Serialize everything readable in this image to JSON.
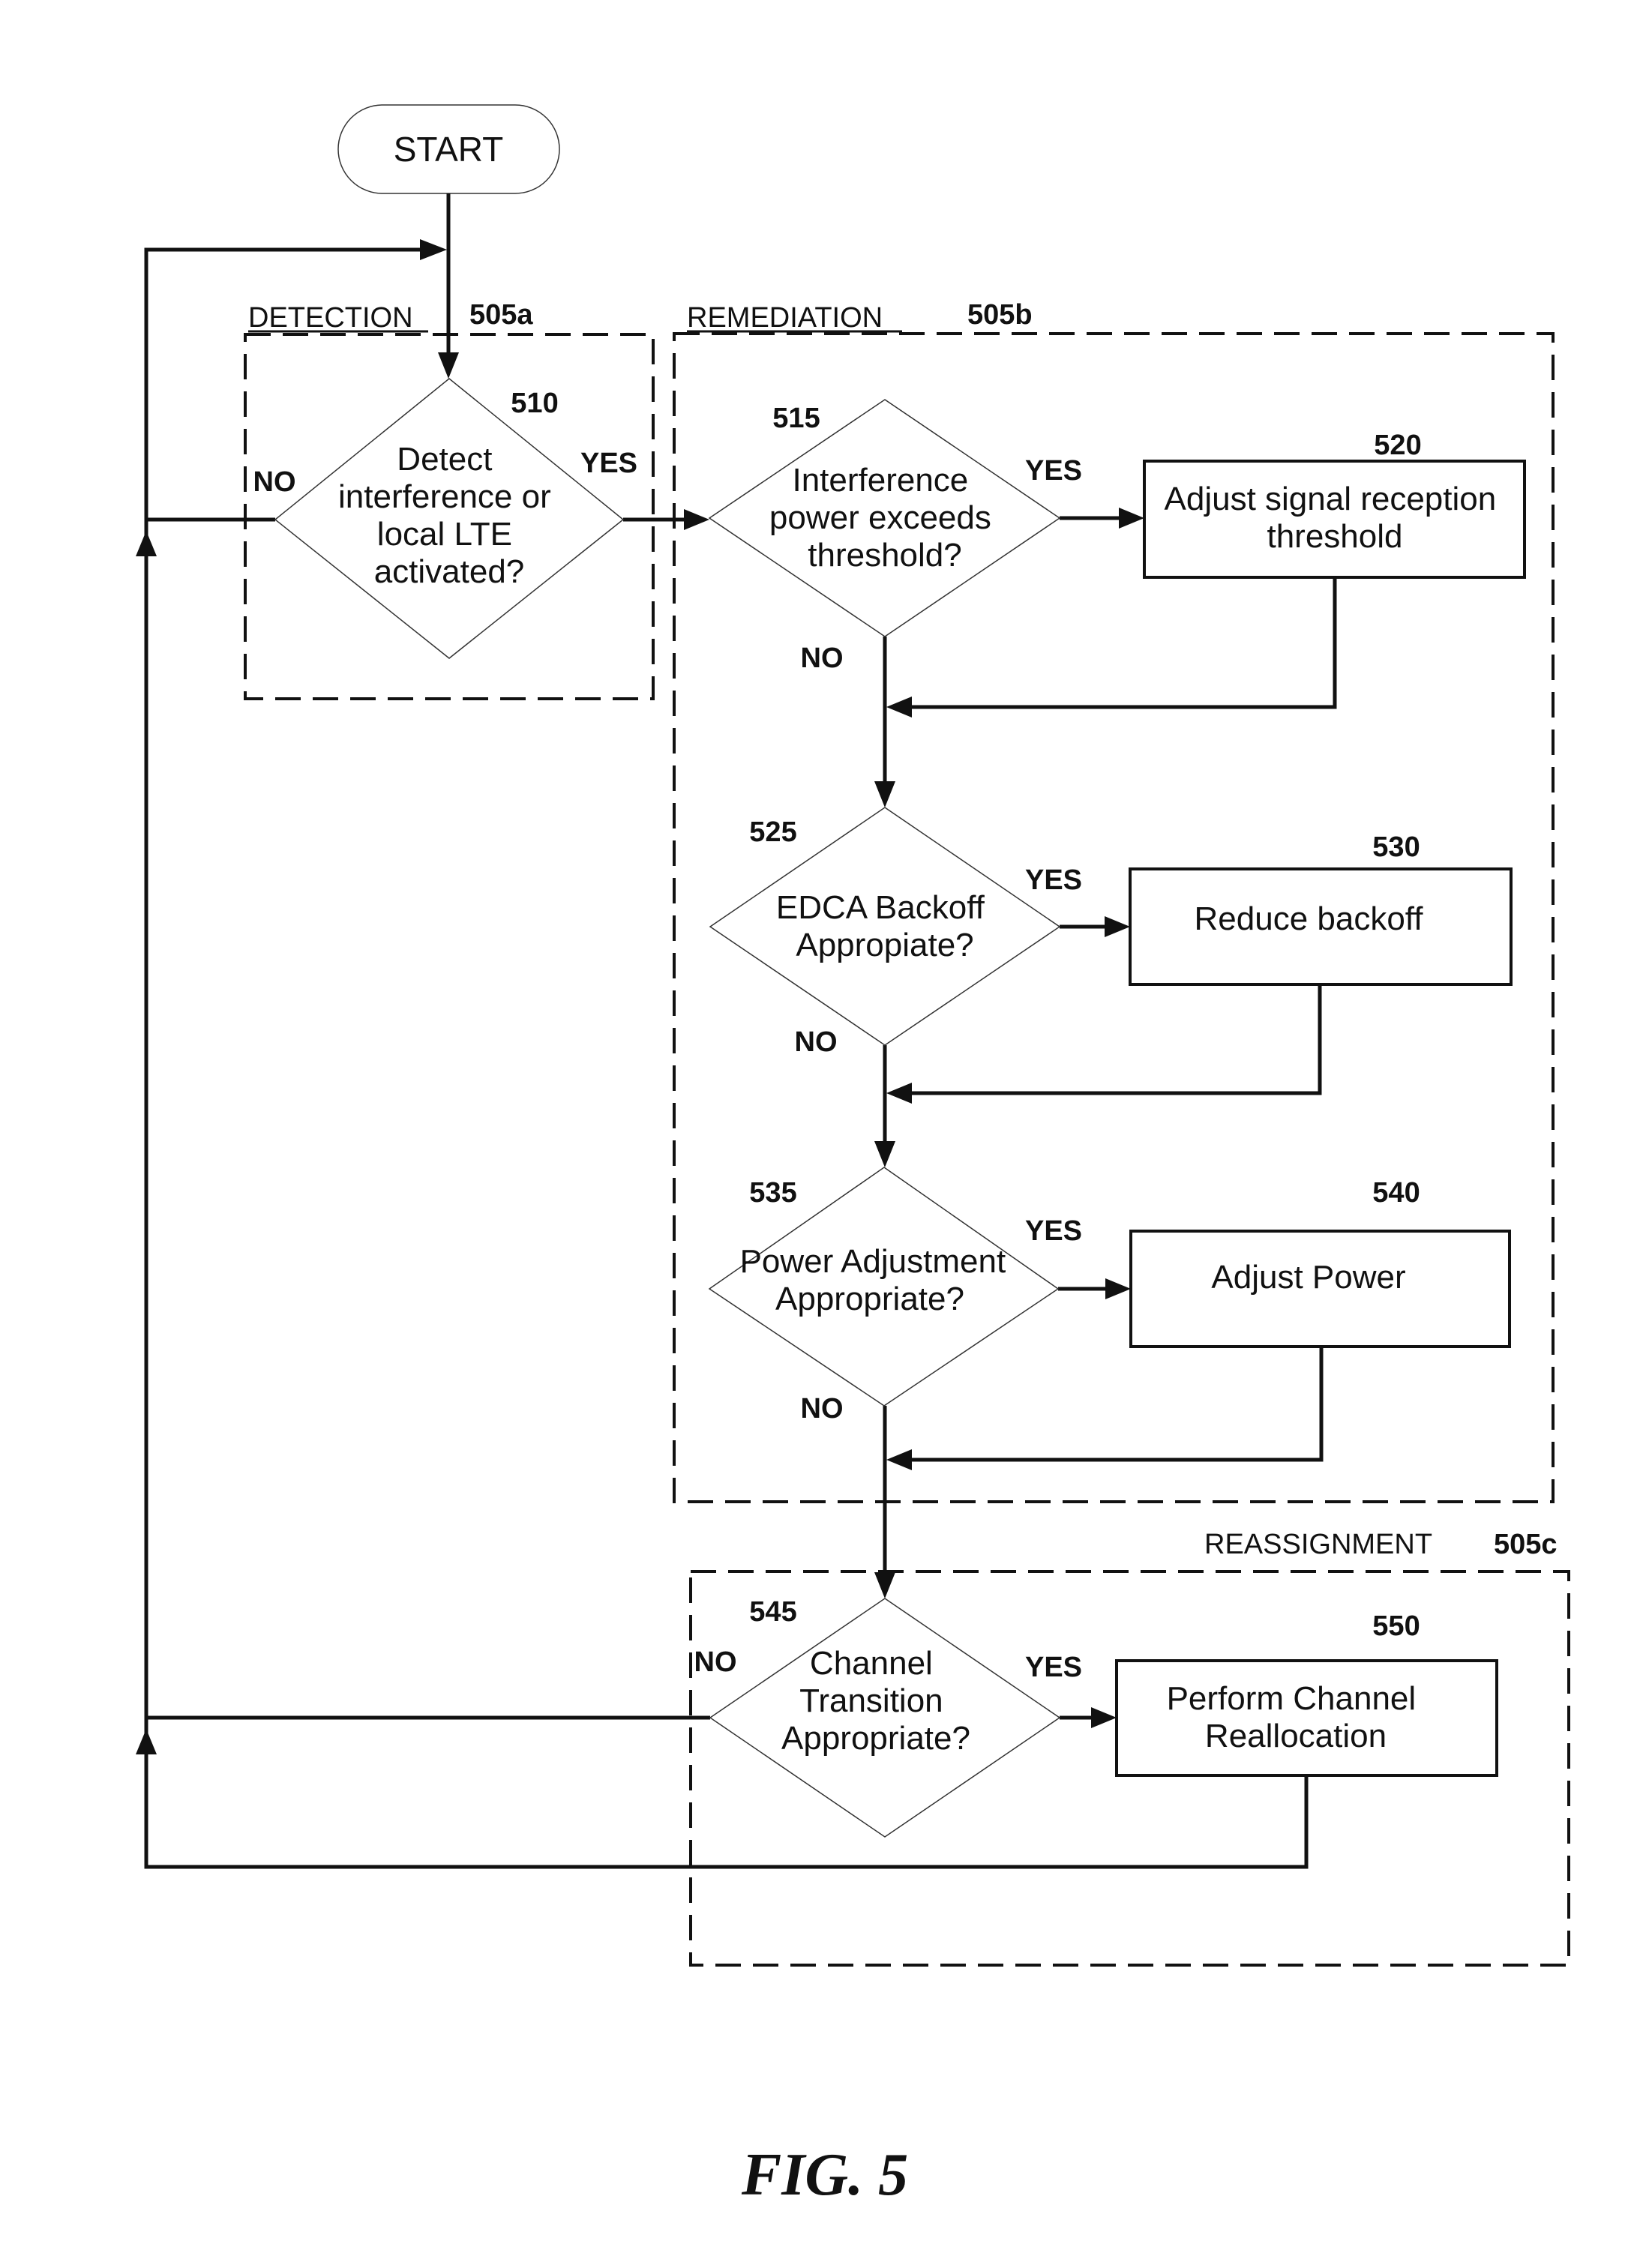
{
  "figure": {
    "caption": "FIG. 5",
    "start_label": "START"
  },
  "groups": {
    "detection": {
      "label": "DETECTION",
      "ref": "505a"
    },
    "remediation": {
      "label": "REMEDIATION",
      "ref": "505b"
    },
    "reassignment": {
      "label": "REASSIGNMENT",
      "ref": "505c"
    }
  },
  "nodes": {
    "n510": {
      "ref": "510",
      "type": "decision",
      "lines": [
        "Detect",
        "interference or",
        "local LTE",
        "activated?"
      ],
      "yes": "YES",
      "no": "NO"
    },
    "n515": {
      "ref": "515",
      "type": "decision",
      "lines": [
        "Interference",
        "power exceeds",
        "threshold?"
      ],
      "yes": "YES",
      "no": "NO"
    },
    "n520": {
      "ref": "520",
      "type": "process",
      "lines": [
        "Adjust signal reception",
        "threshold"
      ]
    },
    "n525": {
      "ref": "525",
      "type": "decision",
      "lines": [
        "EDCA Backoff",
        "Appropiate?"
      ],
      "yes": "YES",
      "no": "NO"
    },
    "n530": {
      "ref": "530",
      "type": "process",
      "lines": [
        "Reduce backoff"
      ]
    },
    "n535": {
      "ref": "535",
      "type": "decision",
      "lines": [
        "Power Adjustment",
        "Appropriate?"
      ],
      "yes": "YES",
      "no": "NO"
    },
    "n540": {
      "ref": "540",
      "type": "process",
      "lines": [
        "Adjust Power"
      ]
    },
    "n545": {
      "ref": "545",
      "type": "decision",
      "lines": [
        "Channel",
        "Transition",
        "Appropriate?"
      ],
      "yes": "YES",
      "no": "NO"
    },
    "n550": {
      "ref": "550",
      "type": "process",
      "lines": [
        "Perform Channel",
        "Reallocation"
      ]
    }
  }
}
